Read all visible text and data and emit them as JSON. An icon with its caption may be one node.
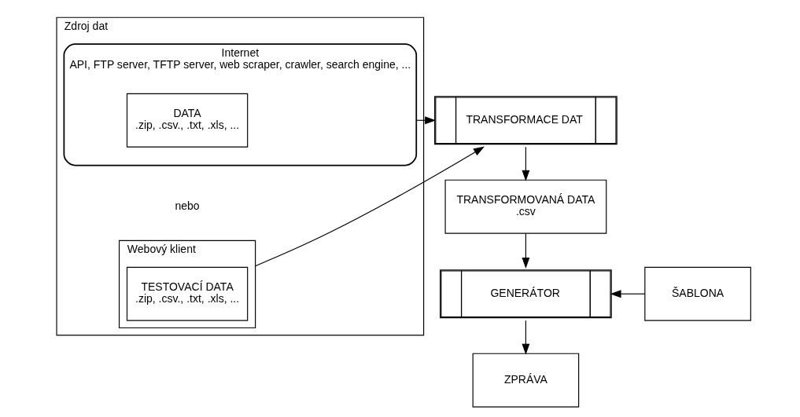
{
  "diagram": {
    "nodes": [
      {
        "text": [
          "Zdroj dat"
        ]
      },
      {
        "text": [
          "Internet",
          "API, FTP server, TFTP server, web scraper, crawler, search engine, ..."
        ],
        "in": 0
      },
      {
        "text": [
          "DATA",
          ".zip, .csv., .txt, .xls, ..."
        ],
        "in": 1
      },
      {
        "text": [
          "Webový klient"
        ],
        "in": 0
      },
      {
        "text": [
          "TESTOVACÍ DATA",
          ".zip, .csv., .txt, .xls, ..."
        ],
        "in": 3
      },
      {
        "text": [
          "TRANSFORMACE DAT"
        ]
      },
      {
        "text": [
          "TRANSFORMOVANÁ DATA",
          ".csv"
        ]
      },
      {
        "text": [
          "GENERÁTOR"
        ]
      },
      {
        "text": [
          "ŠABLONA"
        ]
      },
      {
        "text": [
          "ZPRÁVA"
        ]
      }
    ],
    "edges": [
      {
        "from": 1,
        "to": 5,
        "arrow": "to"
      },
      {
        "from": 3,
        "to": 5,
        "arrow": "to"
      },
      {
        "from": 5,
        "to": 6,
        "arrow": "to"
      },
      {
        "from": 6,
        "to": 7,
        "arrow": "to"
      },
      {
        "from": 8,
        "to": 7,
        "arrow": "to"
      },
      {
        "from": 7,
        "to": 9,
        "arrow": "to"
      }
    ],
    "labels": [
      "nebo"
    ]
  }
}
